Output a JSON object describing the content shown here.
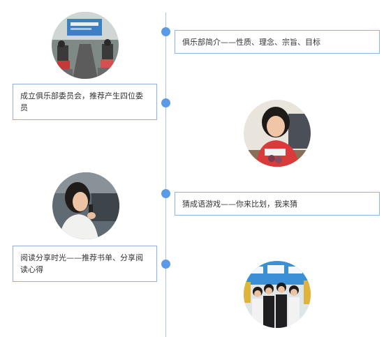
{
  "timeline": {
    "events": [
      {
        "text": "俱乐部简介——性质、理念、宗旨、目标",
        "photo": "meeting-room-photo"
      },
      {
        "text": "成立俱乐部委员会，推荐产生四位委员",
        "photo": "smiling-woman-photo"
      },
      {
        "text": "猜成语游戏——你来比划，我来猜",
        "photo": "speaking-woman-photo"
      },
      {
        "text": "阅读分享时光——推荐书单、分享阅读心得",
        "photo": "group-photo"
      }
    ]
  },
  "colors": {
    "line": "#a9c4e8",
    "dot": "#5b9ae6",
    "box_border": "#8fb3e0",
    "text": "#333333"
  }
}
